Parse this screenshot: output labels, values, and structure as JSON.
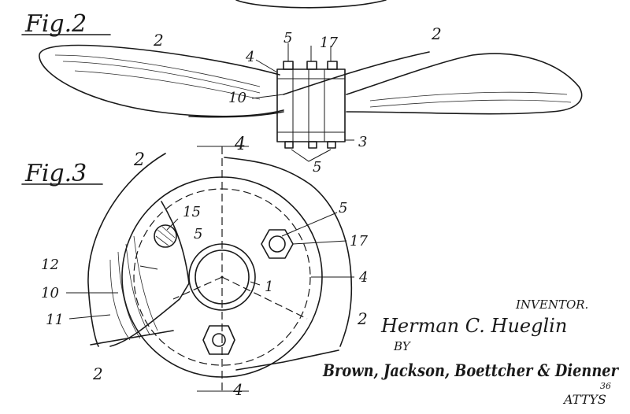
{
  "figures": {
    "fig2": {
      "title": "Fig.2",
      "labels": [
        "2",
        "2",
        "4",
        "10",
        "5",
        "17",
        "3",
        "5"
      ]
    },
    "fig3": {
      "title": "Fig.3",
      "labels": [
        "2",
        "4",
        "15",
        "5",
        "5",
        "17",
        "12",
        "10",
        "11",
        "1",
        "4",
        "2",
        "2",
        "4"
      ]
    }
  },
  "inventor": {
    "heading": "INVENTOR.",
    "name": "Herman C. Hueglin",
    "by": "BY",
    "attorneys": "Brown, Jackson, Boettcher & Dienner",
    "page_number": "36",
    "attys": "ATTYS"
  },
  "colors": {
    "ink": "#1a1a1a",
    "paper": "#ffffff"
  }
}
